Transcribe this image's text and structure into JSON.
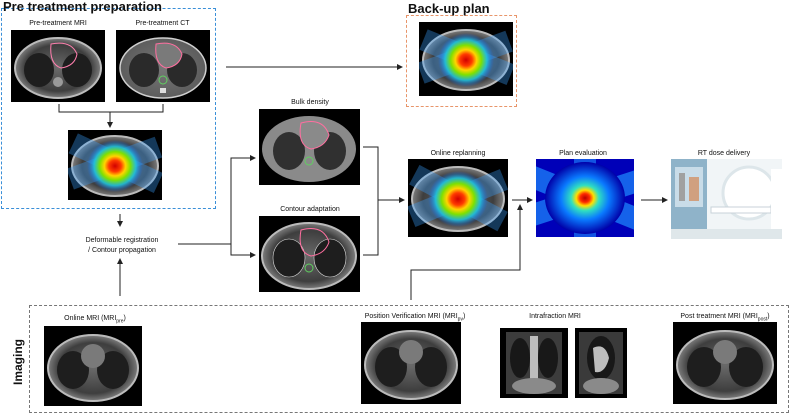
{
  "titles": {
    "pretreatment": "Pre treatment preparation",
    "backup": "Back-up plan",
    "imaging": "Imaging"
  },
  "labels": {
    "pre_mri": "Pre-treatment MRI",
    "pre_ct": "Pre-treatment CT",
    "bulk_density": "Bulk density",
    "contour_adaptation": "Contour adaptation",
    "online_replanning": "Online replanning",
    "plan_evaluation": "Plan evaluation",
    "rt_dose_delivery": "RT dose delivery",
    "deformable_line1": "Deformable registration",
    "deformable_line2": "/ Contour propagation",
    "intrafraction_mri": "Intrafraction MRI"
  },
  "imaging_labels": {
    "online_mri": {
      "text": "Online MRI (MRI",
      "sub": "pre",
      "close": ")"
    },
    "position_verification": {
      "text": "Position Verification MRI  (MRI",
      "sub": "pv",
      "close": ")"
    },
    "post_treatment": {
      "text": "Post treatment MRI  (MRI",
      "sub": "post",
      "close": ")"
    }
  },
  "colors": {
    "pretreatment_border": "#3a8fd8",
    "backup_border": "#e8956a",
    "imaging_border": "#777777",
    "arrow": "#222222"
  }
}
